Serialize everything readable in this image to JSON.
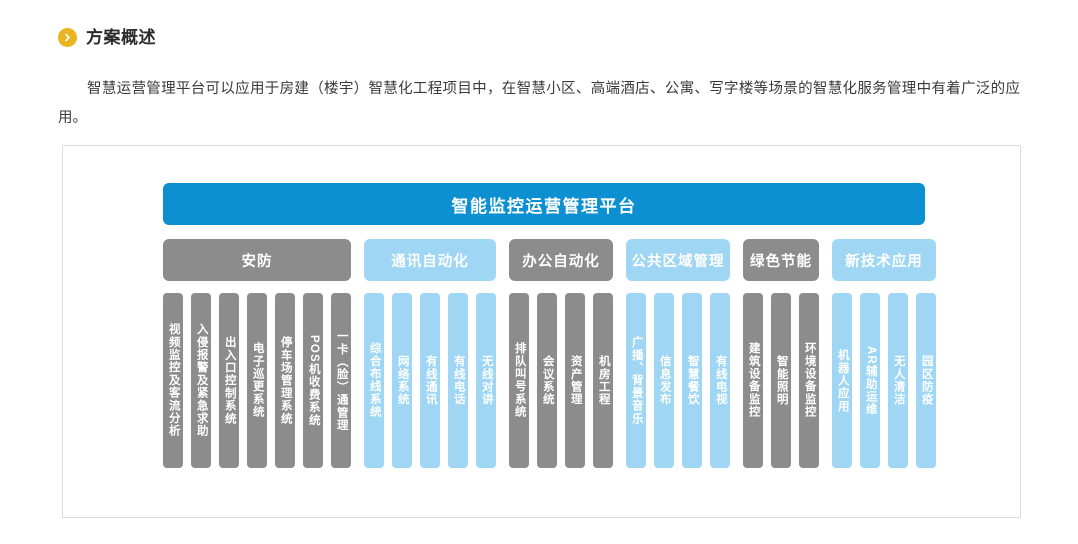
{
  "section": {
    "bullet_icon": "chevron-right-circle-icon",
    "bullet_color": "#eab320",
    "title": "方案概述",
    "paragraph": "智慧运营管理平台可以应用于房建（楼宇）智慧化工程项目中，在智慧小区、高端酒店、公寓、写字楼等场景的智慧化服务管理中有着广泛的应用。"
  },
  "diagram": {
    "platform_title": "智能监控运营管理平台",
    "colors": {
      "platform_blue": "#0d90d2",
      "group_gray": "#8c8c8c",
      "group_light_blue": "#9fd6f4",
      "panel_border": "#dcdcdc"
    },
    "groups": [
      {
        "label": "安防",
        "color": "gray",
        "items": [
          "视频监控及客流分析",
          "入侵报警及紧急求助",
          "出入口控制系统",
          "电子巡更系统",
          "停车场管理系统",
          "POS机收费系统",
          "一卡（脸）通管理"
        ]
      },
      {
        "label": "通讯自动化",
        "color": "blue",
        "items": [
          "综合布线系统",
          "网络系统",
          "有线通讯",
          "有线电话",
          "无线对讲"
        ]
      },
      {
        "label": "办公自动化",
        "color": "gray",
        "items": [
          "排队叫号系统",
          "会议系统",
          "资产管理",
          "机房工程"
        ]
      },
      {
        "label": "公共区域管理",
        "color": "blue",
        "items": [
          "广播、背景音乐",
          "信息发布",
          "智慧餐饮",
          "有线电视"
        ]
      },
      {
        "label": "绿色节能",
        "color": "gray",
        "items": [
          "建筑设备监控",
          "智能照明",
          "环境设备监控"
        ]
      },
      {
        "label": "新技术应用",
        "color": "blue",
        "items": [
          "机器人应用",
          "AR辅助运维",
          "无人清洁",
          "园区防疫"
        ]
      }
    ]
  }
}
